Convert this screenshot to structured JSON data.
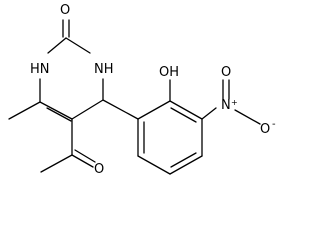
{
  "molecule": {
    "atoms": {
      "carbonyl_oxygen": "O",
      "nh_left": "HN",
      "nh_right": "NH",
      "oh": "OH",
      "nitro_nitrogen": "N",
      "nitro_plus": "+",
      "nitro_oxygen": "O",
      "nitro_minus": "-",
      "ketone_oxygen": "O"
    }
  }
}
